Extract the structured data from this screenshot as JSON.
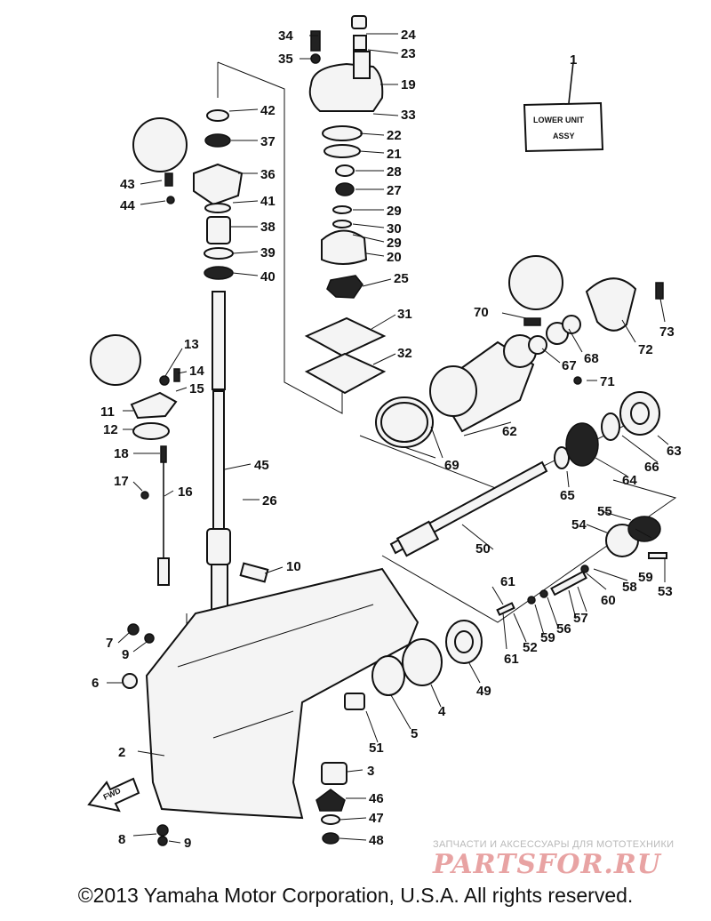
{
  "diagram": {
    "box_label_line1": "LOWER UNIT",
    "box_label_line2": "ASSY",
    "direction_arrow_label": "FWD",
    "callouts": [
      "1",
      "2",
      "3",
      "4",
      "5",
      "6",
      "7",
      "8",
      "9",
      "9",
      "10",
      "11",
      "12",
      "13",
      "14",
      "15",
      "16",
      "17",
      "18",
      "19",
      "20",
      "21",
      "22",
      "23",
      "24",
      "25",
      "26",
      "27",
      "28",
      "29",
      "29",
      "30",
      "31",
      "32",
      "33",
      "34",
      "35",
      "36",
      "37",
      "38",
      "39",
      "40",
      "41",
      "42",
      "43",
      "44",
      "45",
      "46",
      "47",
      "48",
      "49",
      "50",
      "51",
      "52",
      "53",
      "54",
      "55",
      "56",
      "57",
      "58",
      "59",
      "59",
      "60",
      "61",
      "61",
      "62",
      "63",
      "64",
      "65",
      "66",
      "67",
      "68",
      "69",
      "70",
      "71",
      "72",
      "73"
    ]
  },
  "watermark": {
    "tagline": "ЗАПЧАСТИ И АКСЕССУАРЫ ДЛЯ МОТОТЕХНИКИ",
    "logo": "PARTSFOR.RU"
  },
  "footer": {
    "copyright": "©2013 Yamaha Motor Corporation, U.S.A. All rights reserved."
  }
}
